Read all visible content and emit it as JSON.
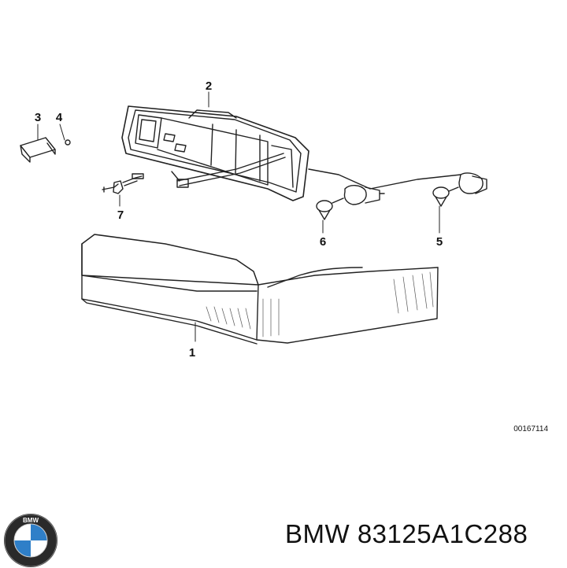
{
  "diagram": {
    "callouts": {
      "c1": "1",
      "c2": "2",
      "c3": "3",
      "c4": "4",
      "c5": "5",
      "c6": "6",
      "c7": "7"
    },
    "drawing_id": "00167114"
  },
  "footer": {
    "part_number": "BMW 83125A1C288",
    "logo_text": "BMW",
    "logo_colors": {
      "blue": "#2f7fc8",
      "ring": "#2a2a2a",
      "white": "#ffffff"
    }
  }
}
